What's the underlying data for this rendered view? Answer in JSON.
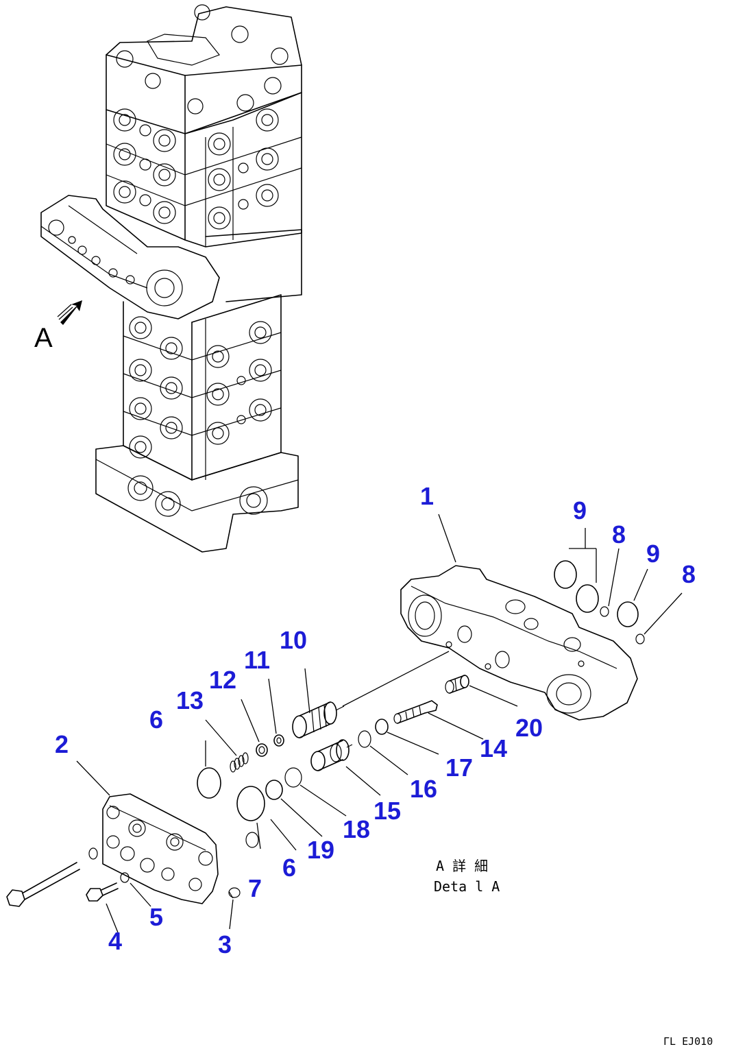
{
  "diagram": {
    "view_letter": "A",
    "detail_jp": "A 詳 細",
    "detail_en": "Deta l A",
    "drawing_code": "ΓL EJ010"
  },
  "callouts": [
    {
      "id": "c1",
      "label": "1"
    },
    {
      "id": "c2",
      "label": "2"
    },
    {
      "id": "c3",
      "label": "3"
    },
    {
      "id": "c4",
      "label": "4"
    },
    {
      "id": "c5",
      "label": "5"
    },
    {
      "id": "c6a",
      "label": "6"
    },
    {
      "id": "c6b",
      "label": "6"
    },
    {
      "id": "c7",
      "label": "7"
    },
    {
      "id": "c8a",
      "label": "8"
    },
    {
      "id": "c8b",
      "label": "8"
    },
    {
      "id": "c9a",
      "label": "9"
    },
    {
      "id": "c9b",
      "label": "9"
    },
    {
      "id": "c10",
      "label": "10"
    },
    {
      "id": "c11",
      "label": "11"
    },
    {
      "id": "c12",
      "label": "12"
    },
    {
      "id": "c13",
      "label": "13"
    },
    {
      "id": "c14",
      "label": "14"
    },
    {
      "id": "c15",
      "label": "15"
    },
    {
      "id": "c16",
      "label": "16"
    },
    {
      "id": "c17",
      "label": "17"
    },
    {
      "id": "c18",
      "label": "18"
    },
    {
      "id": "c19",
      "label": "19"
    },
    {
      "id": "c20",
      "label": "20"
    }
  ],
  "colors": {
    "callout": "#1c1cd6",
    "linework": "#000000",
    "background": "#ffffff"
  }
}
